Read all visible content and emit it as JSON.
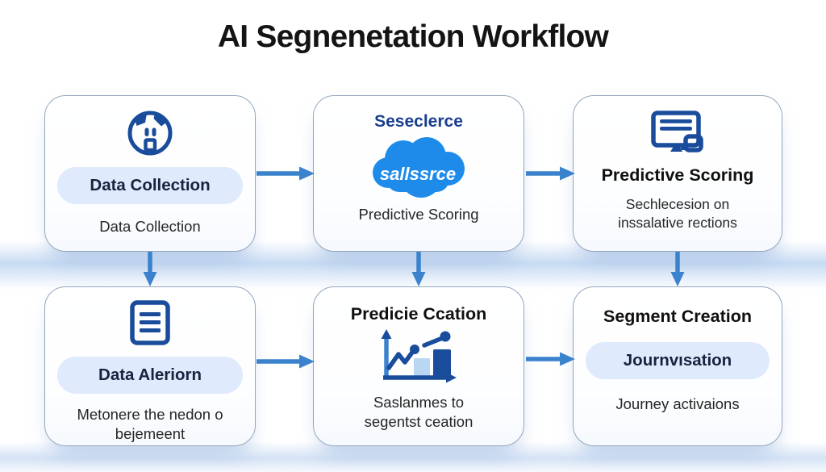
{
  "title": "AI Segnenetation Workflow",
  "colors": {
    "arrow": "#3b82cd",
    "icon_dark_blue": "#1a4c9c",
    "cloud_blue": "#1e8beb",
    "pill_bg": "#dfeafc",
    "heading_navy": "#1b3f8f",
    "title_text": "#141414",
    "body_text": "#262626"
  },
  "boxes": [
    {
      "name": "data-collection",
      "icon": "globe-face-icon",
      "pill_label": "Data Collection",
      "body": "Data Collection"
    },
    {
      "name": "salesforce-predictive-scoring",
      "heading": "Seseclerce",
      "icon": "salesforce-cloud-logo",
      "logo_text": "sallssrce",
      "body": "Predictive Scoring"
    },
    {
      "name": "predictive-scoring",
      "icon": "monitor-icon",
      "heading": "Predictive Scoring",
      "body": "Sechlecesion on\ninssalative rections"
    },
    {
      "name": "data-aleriorn",
      "icon": "document-icon",
      "pill_label": "Data Aleriorn",
      "body": "Metonere the nedon o\nbejemeent"
    },
    {
      "name": "predicie-ccation",
      "heading": "Predicie Ccation",
      "icon": "bar-line-chart-icon",
      "body": "Saslanmes to\nsegentst ceation"
    },
    {
      "name": "segment-creation",
      "heading": "Segment Creation",
      "pill_label": "Journvısation",
      "body": "Journey activaions"
    }
  ]
}
